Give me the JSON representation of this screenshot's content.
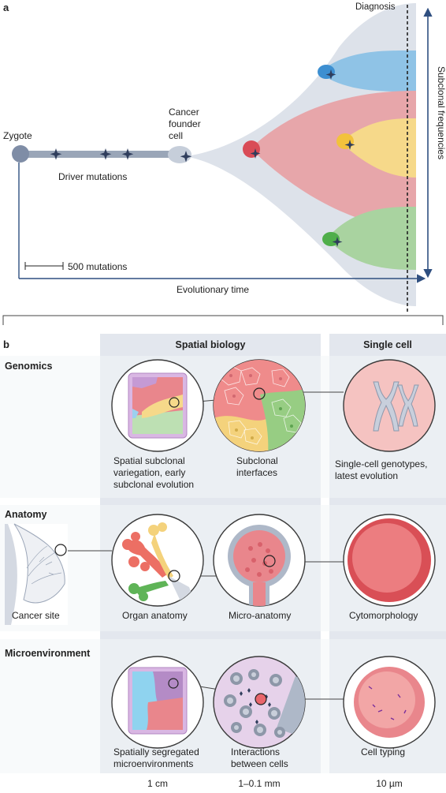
{
  "panel_a": {
    "label": "a",
    "zygote": "Zygote",
    "driver_mutations": "Driver mutations",
    "founder": [
      "Cancer",
      "founder",
      "cell"
    ],
    "diagnosis": "Diagnosis",
    "scale_bar": "500 mutations",
    "evolutionary_time": "Evolutionary time",
    "subclonal_frequencies": "Subclonal frequencies"
  },
  "panel_b": {
    "label": "b",
    "col_spatial": "Spatial biology",
    "col_single": "Single cell",
    "rows": {
      "genomics": "Genomics",
      "anatomy": "Anatomy",
      "microenvironment": "Microenvironment"
    },
    "captions": {
      "spatial_variegation": [
        "Spatial subclonal",
        "variegation, early",
        "subclonal evolution"
      ],
      "subclonal_interfaces": [
        "Subclonal",
        "interfaces"
      ],
      "single_cell_genotypes": [
        "Single-cell genotypes,",
        "latest evolution"
      ],
      "cancer_site": "Cancer site",
      "organ_anatomy": "Organ anatomy",
      "micro_anatomy": "Micro-anatomy",
      "cytomorphology": "Cytomorphology",
      "segregated": [
        "Spatially segregated",
        "microenvironments"
      ],
      "interactions": [
        "Interactions",
        "between cells"
      ],
      "cell_typing": "Cell typing"
    },
    "scales": [
      "1 cm",
      "1–0.1 mm",
      "10 µm"
    ]
  },
  "colors": {
    "panel_bg": "#e8ebf1",
    "row_bg": "#f3f5f8",
    "navy": "#2f4f80",
    "blue": "#8fc3e6",
    "red": "#e59aa0",
    "yellow": "#f6d98a",
    "green": "#a9d3a0"
  }
}
